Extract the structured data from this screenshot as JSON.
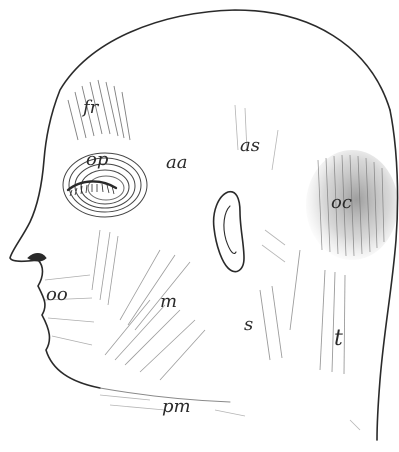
{
  "figure": {
    "labels": {
      "fr": "fr",
      "op": "op",
      "aa": "aa",
      "as": "as",
      "oc": "oc",
      "oo": "oo",
      "m": "m",
      "s": "s",
      "t": "t",
      "pm": "pm"
    },
    "colors": {
      "ink": "#2a2a2a",
      "shade": "#8a8a8a",
      "paper": "#ffffff"
    }
  }
}
